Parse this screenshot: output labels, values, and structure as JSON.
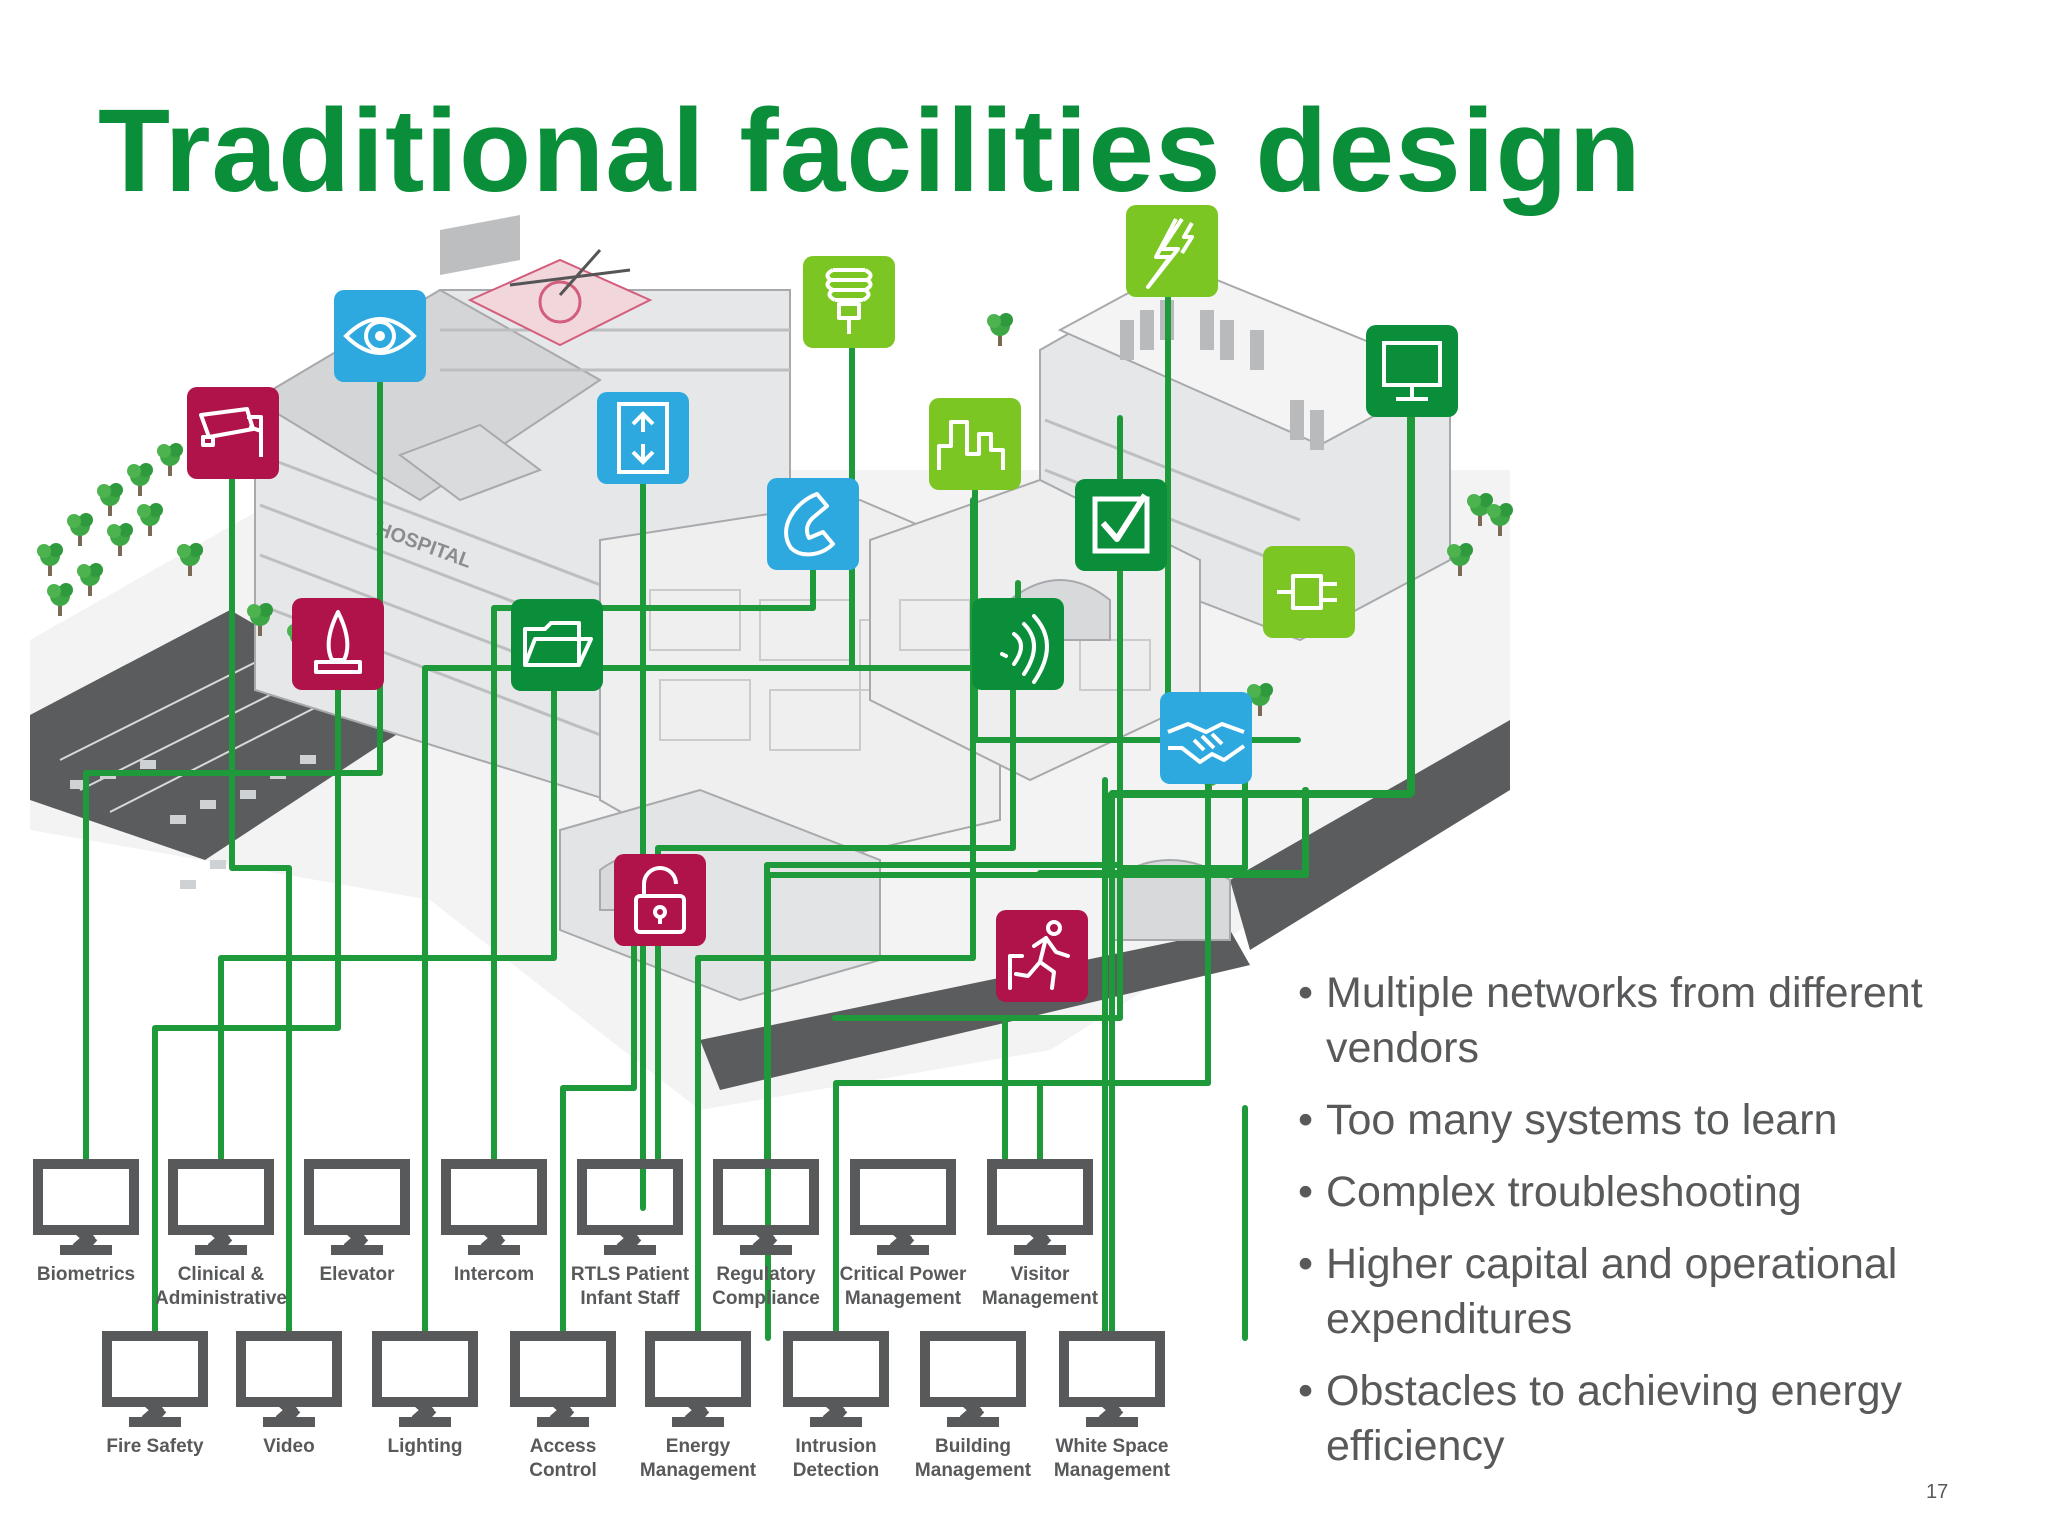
{
  "title": "Traditional facilities design",
  "building_label": "HOSPITAL",
  "page_number": "17",
  "bullets": [
    "Multiple networks from different vendors",
    "Too many systems to learn",
    "Complex troubleshooting",
    "Higher capital and operational expenditures",
    "Obstacles to achieving energy efficiency"
  ],
  "colors": {
    "title_green": "#0b8e3a",
    "line_green": "#1f9a3a",
    "dark_green": "#0b8e3a",
    "light_green": "#7cc623",
    "blue": "#2ea9df",
    "crimson": "#b0124a",
    "monitor_gray": "#58595b"
  },
  "icons": [
    {
      "name": "cctv-camera-icon",
      "color": "crimson"
    },
    {
      "name": "eye-icon",
      "color": "blue"
    },
    {
      "name": "flame-icon",
      "color": "crimson"
    },
    {
      "name": "elevator-icon",
      "color": "blue"
    },
    {
      "name": "folder-icon",
      "color": "dark_green"
    },
    {
      "name": "lightbulb-icon",
      "color": "light_green"
    },
    {
      "name": "telephone-icon",
      "color": "blue"
    },
    {
      "name": "energy-graph-icon",
      "color": "light_green"
    },
    {
      "name": "wireless-signal-icon",
      "color": "dark_green"
    },
    {
      "name": "checkbox-icon",
      "color": "dark_green"
    },
    {
      "name": "lightning-icon",
      "color": "light_green"
    },
    {
      "name": "monitor-icon",
      "color": "dark_green"
    },
    {
      "name": "power-plug-icon",
      "color": "light_green"
    },
    {
      "name": "handshake-icon",
      "color": "blue"
    },
    {
      "name": "unlock-icon",
      "color": "crimson"
    },
    {
      "name": "emergency-exit-icon",
      "color": "crimson"
    }
  ],
  "monitors_top": [
    [
      "Biometrics"
    ],
    [
      "Clinical &",
      "Administrative"
    ],
    [
      "Elevator"
    ],
    [
      "Intercom"
    ],
    [
      "RTLS Patient",
      "Infant Staff"
    ],
    [
      "Regulatory",
      "Compliance"
    ],
    [
      "Critical Power",
      "Management"
    ],
    [
      "Visitor",
      "Management"
    ]
  ],
  "monitors_bottom": [
    [
      "Fire Safety"
    ],
    [
      "Video"
    ],
    [
      "Lighting"
    ],
    [
      "Access",
      "Control"
    ],
    [
      "Energy",
      "Management"
    ],
    [
      "Intrusion",
      "Detection"
    ],
    [
      "Building",
      "Management"
    ],
    [
      "White Space",
      "Management"
    ]
  ]
}
